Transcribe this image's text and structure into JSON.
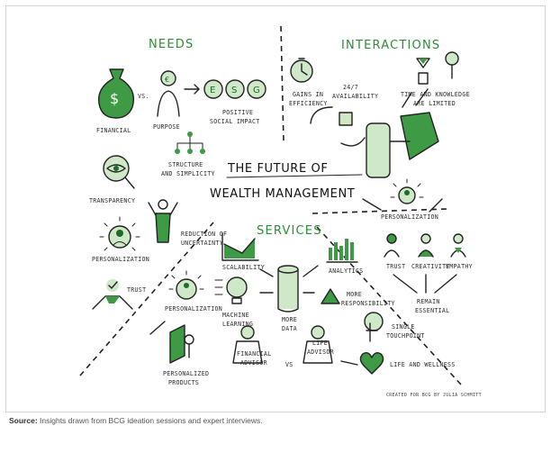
{
  "title_line1": "THE FUTURE OF",
  "title_line2": "WEALTH MANAGEMENT",
  "sections": {
    "needs": "NEEDS",
    "interactions": "INTERACTIONS",
    "services": "SERVICES"
  },
  "needs": {
    "financial": "FINANCIAL",
    "vs": "VS.",
    "purpose": "PURPOSE",
    "positive_social_impact_1": "POSITIVE",
    "positive_social_impact_2": "SOCIAL IMPACT",
    "transparency": "TRANSPARENCY",
    "structure_1": "STRUCTURE",
    "structure_2": "AND SIMPLICITY",
    "personalization": "PERSONALIZATION",
    "reduction_1": "REDUCTION OF",
    "reduction_2": "UNCERTAINTY",
    "trust": "TRUST"
  },
  "interactions": {
    "gains_1": "GAINS IN",
    "gains_2": "EFFICIENCY",
    "availability_1": "24/7",
    "availability_2": "AVAILABILITY",
    "time_1": "TIME AND KNOWLEDGE",
    "time_2": "ARE LIMITED",
    "personalization": "PERSONALIZATION",
    "trust": "TRUST",
    "creativity": "CREATIVITY",
    "empathy": "EMPATHY",
    "remain_1": "REMAIN",
    "remain_2": "ESSENTIAL"
  },
  "services": {
    "scalability": "SCALABILITY",
    "analytics": "ANALYTICS",
    "personalization": "PERSONALIZATION",
    "machine_1": "MACHINE",
    "machine_2": "LEARNING",
    "more_data_1": "MORE",
    "more_data_2": "DATA",
    "more_resp_1": "MORE",
    "more_resp_2": "RESPONSIBILITY",
    "single_1": "SINGLE",
    "single_2": "TOUCHPOINT",
    "personalized_1": "PERSONALIZED",
    "personalized_2": "PRODUCTS",
    "financial_advisor_1": "FINANCIAL",
    "financial_advisor_2": "ADVISOR",
    "vs": "VS",
    "life_advisor_1": "LIFE",
    "life_advisor_2": "ADVISOR",
    "life_wellness": "LIFE AND WELLNESS"
  },
  "icons": {
    "e_label": "E",
    "s_label": "S",
    "g_label": "G",
    "money_label": "$",
    "coin_label": "€"
  },
  "credit": "CREATED FOR BCG BY JULIA SCHMITT",
  "source_label": "Source:",
  "source_text": " Insights drawn from BCG ideation sessions and expert interviews.",
  "colors": {
    "accent_green": "#3f9a45",
    "dark_green": "#1f6b2a",
    "ink": "#222222"
  }
}
